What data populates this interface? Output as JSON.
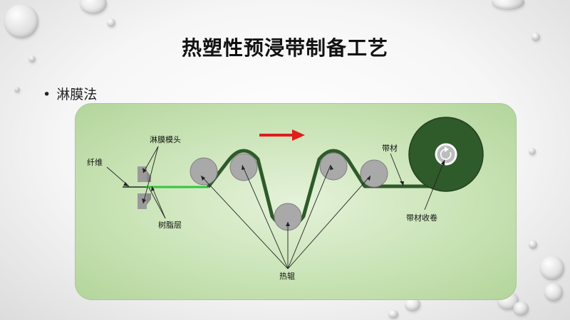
{
  "slide": {
    "title": "热塑性预浸带制备工艺",
    "bullet_marker": "•",
    "bullet": "淋膜法"
  },
  "diagram": {
    "labels": {
      "fiber": "纤维",
      "coating_die": "淋膜模头",
      "resin_layer": "树脂层",
      "heated_rollers": "热辊",
      "tape": "带材",
      "tape_winding": "带材收卷"
    },
    "colors": {
      "panel_bg": "#c7e2b3",
      "tape": "#2f5a2a",
      "resin": "#34c63a",
      "roller": "#a9a9a9",
      "winding_roll": "#2f5a2a",
      "arrow": "#e21b1b"
    },
    "icons": {
      "direction": "red-arrow-right",
      "rotation": "circular-arrow-icon"
    }
  }
}
